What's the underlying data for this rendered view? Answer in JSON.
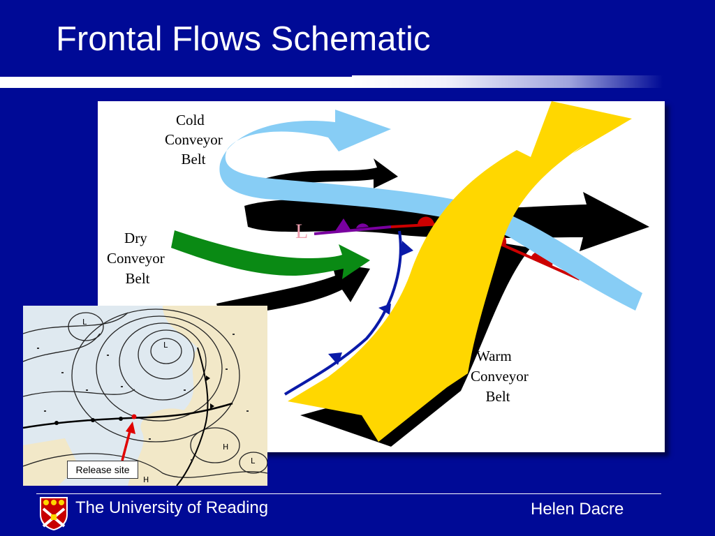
{
  "slide": {
    "title": "Frontal Flows Schematic"
  },
  "diagram": {
    "cold_conveyor_label": [
      "Cold",
      "Conveyor",
      "Belt"
    ],
    "dry_conveyor_label": [
      "Dry",
      "Conveyor",
      "Belt"
    ],
    "warm_conveyor_label": [
      "Warm",
      "Conveyor",
      "Belt"
    ],
    "low_marker": "L",
    "colors": {
      "cold_conveyor": "#87cdf5",
      "dry_conveyor": "#0a8a14",
      "warm_conveyor": "#ffd700",
      "dry_intrusion_arrows": "#000000",
      "cold_front": "#0a1aa8",
      "warm_front": "#cc0000",
      "occluded_front": "#7a00a0",
      "low_marker": "#f0a0b0"
    }
  },
  "map": {
    "release_label": "Release site",
    "release_marker_color": "#e00000"
  },
  "footer": {
    "university": "The University of Reading",
    "author": "Helen Dacre"
  }
}
